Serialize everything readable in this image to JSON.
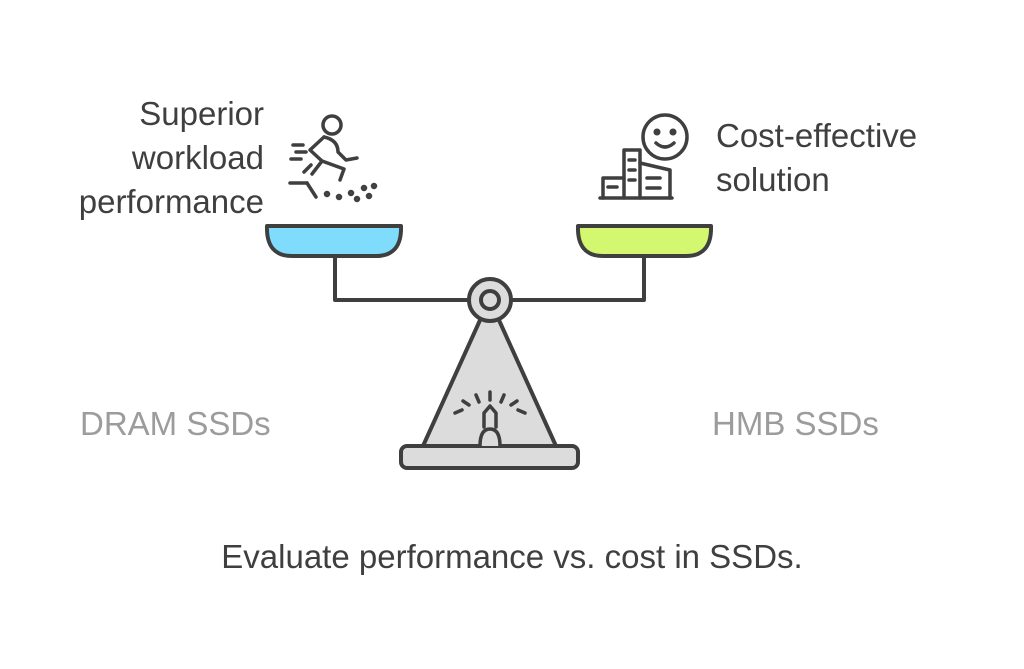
{
  "left": {
    "benefit_lines": [
      "Superior",
      "workload",
      "performance"
    ],
    "label": "DRAM SSDs",
    "icon": "running-person-icon",
    "pan_color": "#7fdcfc"
  },
  "right": {
    "benefit_lines": [
      "Cost-effective",
      "solution"
    ],
    "label": "HMB SSDs",
    "icon": "smiley-buildings-icon",
    "pan_color": "#d3f76e"
  },
  "caption": "Evaluate performance vs. cost in SSDs.",
  "colors": {
    "stroke": "#3f3f3f",
    "scale_fill": "#dcdcdc"
  }
}
